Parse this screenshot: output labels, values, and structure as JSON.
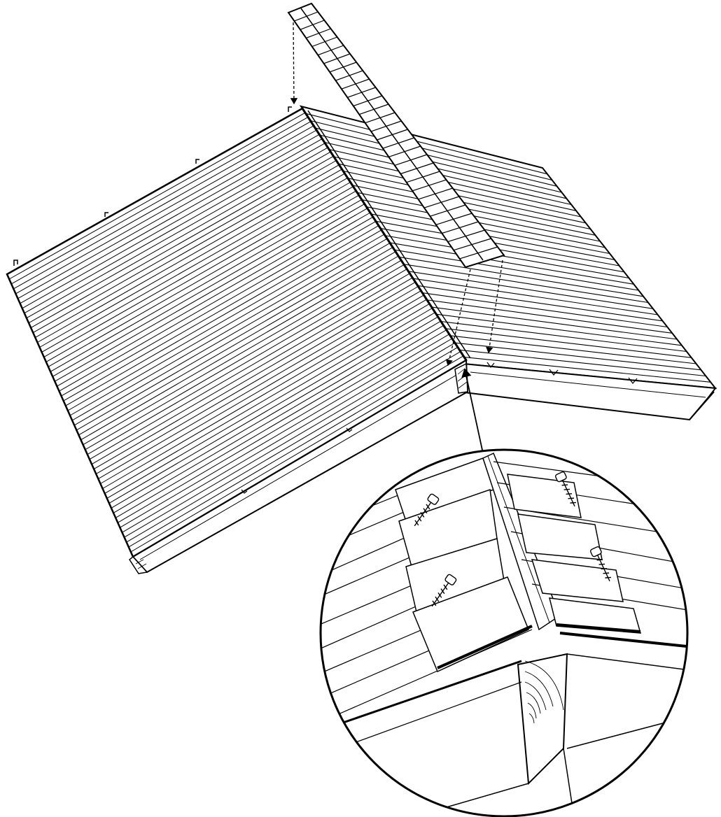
{
  "diagram": {
    "kind": "line-art assembly illustration",
    "colors": {
      "line": "#000000",
      "fill": "#ffffff"
    },
    "parts": [
      {
        "id": "left-roof-panel",
        "ribs": 58
      },
      {
        "id": "right-roof-panel",
        "ribs": 36
      },
      {
        "id": "ridge-cap",
        "ribs": 30
      },
      {
        "id": "detail-callout",
        "screws": 4
      }
    ],
    "icons": [
      "dashed-arrow-icon",
      "leader-arrow-icon",
      "screw-icon"
    ]
  }
}
